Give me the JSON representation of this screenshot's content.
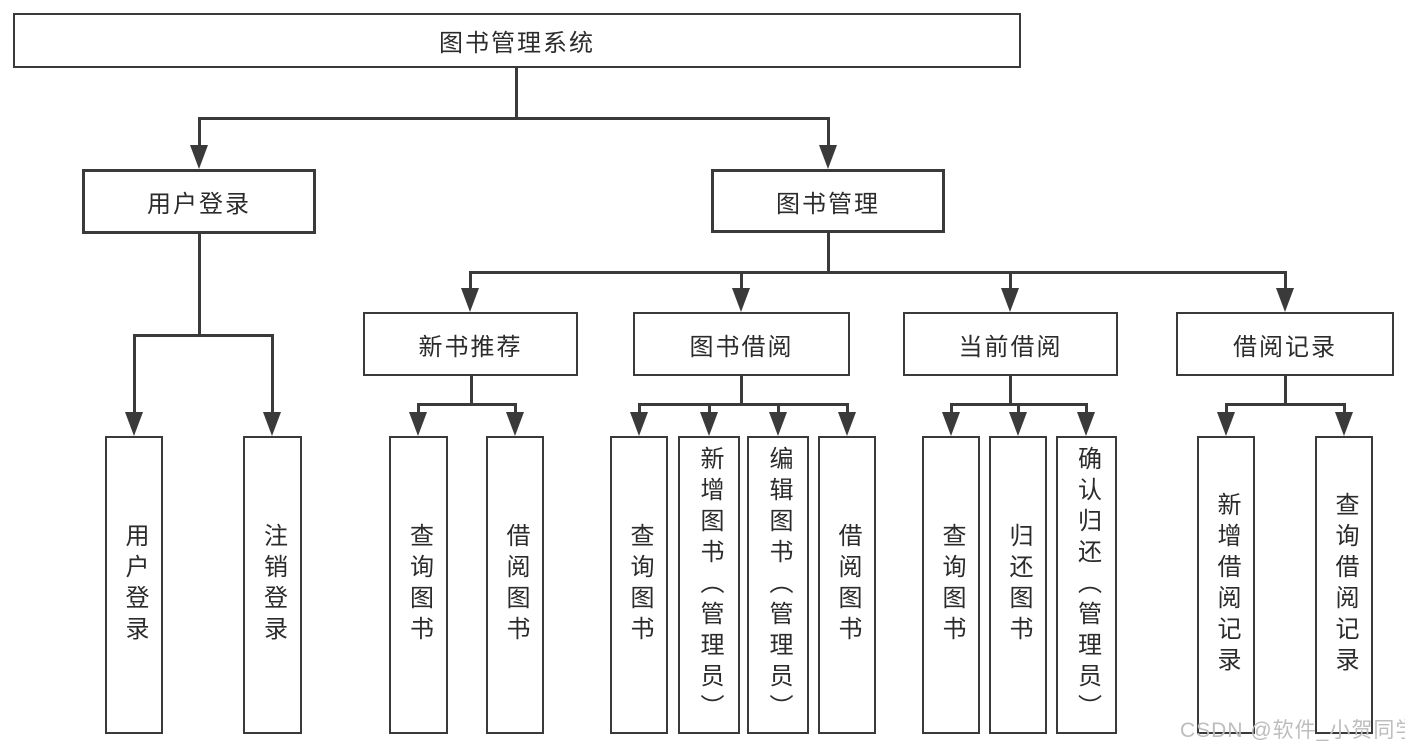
{
  "diagram": {
    "root": {
      "label": "图书管理系统"
    },
    "branches": [
      {
        "label": "用户登录",
        "children": [
          {
            "label": "用户登录"
          },
          {
            "label": "注销登录"
          }
        ]
      },
      {
        "label": "图书管理",
        "children": [
          {
            "label": "新书推荐",
            "children": [
              {
                "label": "查询图书"
              },
              {
                "label": "借阅图书"
              }
            ]
          },
          {
            "label": "图书借阅",
            "children": [
              {
                "label": "查询图书"
              },
              {
                "label": "新增图书（管理员）"
              },
              {
                "label": "编辑图书（管理员）"
              },
              {
                "label": "借阅图书"
              }
            ]
          },
          {
            "label": "当前借阅",
            "children": [
              {
                "label": "查询图书"
              },
              {
                "label": "归还图书"
              },
              {
                "label": "确认归还（管理员）"
              }
            ]
          },
          {
            "label": "借阅记录",
            "children": [
              {
                "label": "新增借阅记录"
              },
              {
                "label": "查询借阅记录"
              }
            ]
          }
        ]
      }
    ]
  },
  "watermark": {
    "text": "CSDN @软件_小贺同学"
  },
  "colors": {
    "line": "#3a3a3a",
    "text": "#2b2b2b",
    "watermark": "#bdbdbd",
    "background": "#ffffff"
  }
}
